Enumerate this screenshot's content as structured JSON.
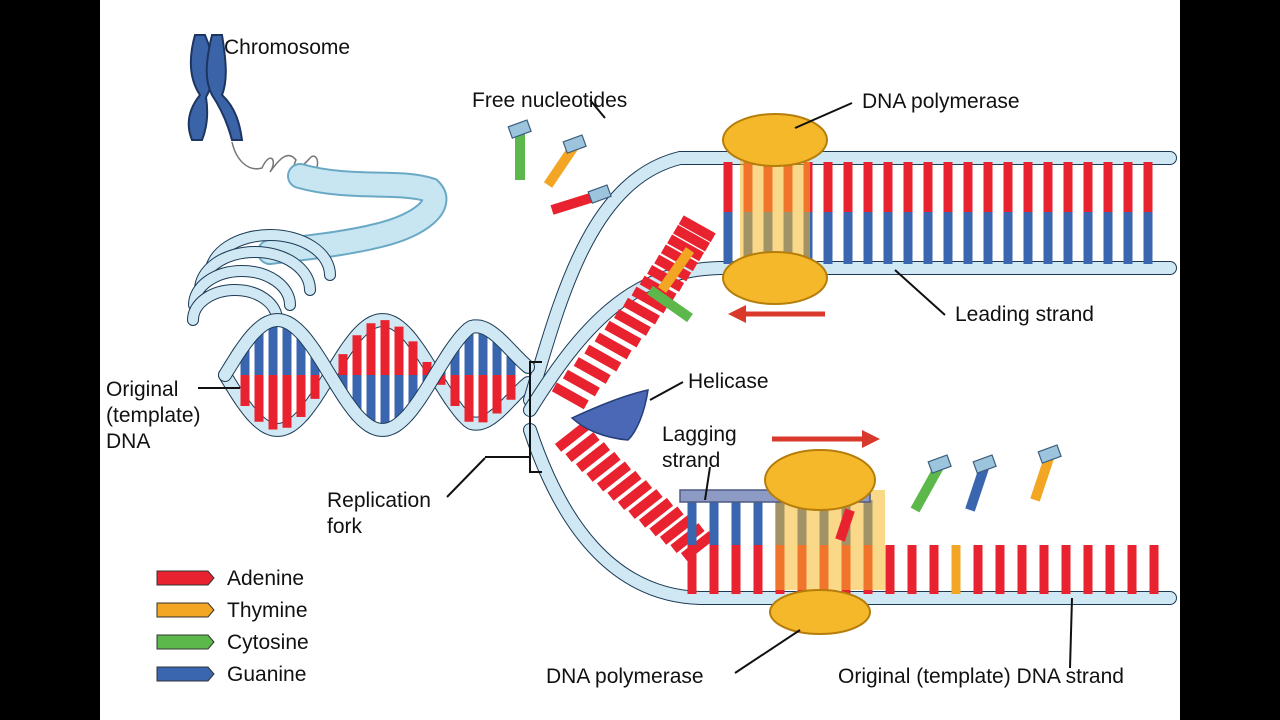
{
  "labels": {
    "chromosome": "Chromosome",
    "free_nucleotides": "Free nucleotides",
    "dna_polymerase_top": "DNA polymerase",
    "leading_strand": "Leading strand",
    "original_template_dna": "Original\n(template)\nDNA",
    "helicase": "Helicase",
    "lagging_strand": "Lagging\nstrand",
    "replication_fork": "Replication\nfork",
    "dna_polymerase_bottom": "DNA polymerase",
    "original_template_strand": "Original (template) DNA strand"
  },
  "legend": [
    {
      "name": "Adenine",
      "color": "#e8222e"
    },
    {
      "name": "Thymine",
      "color": "#f2a624"
    },
    {
      "name": "Cytosine",
      "color": "#5cb84a"
    },
    {
      "name": "Guanine",
      "color": "#3a66b0"
    }
  ],
  "colors": {
    "backbone": "#cfe8f3",
    "backbone_edge": "#1c3a55",
    "polymerase": "#f5b82a",
    "helicase": "#4a68b5",
    "chromosome": "#3b64a8",
    "arrow": "#d9392b",
    "primer": "#8d9bc4"
  }
}
